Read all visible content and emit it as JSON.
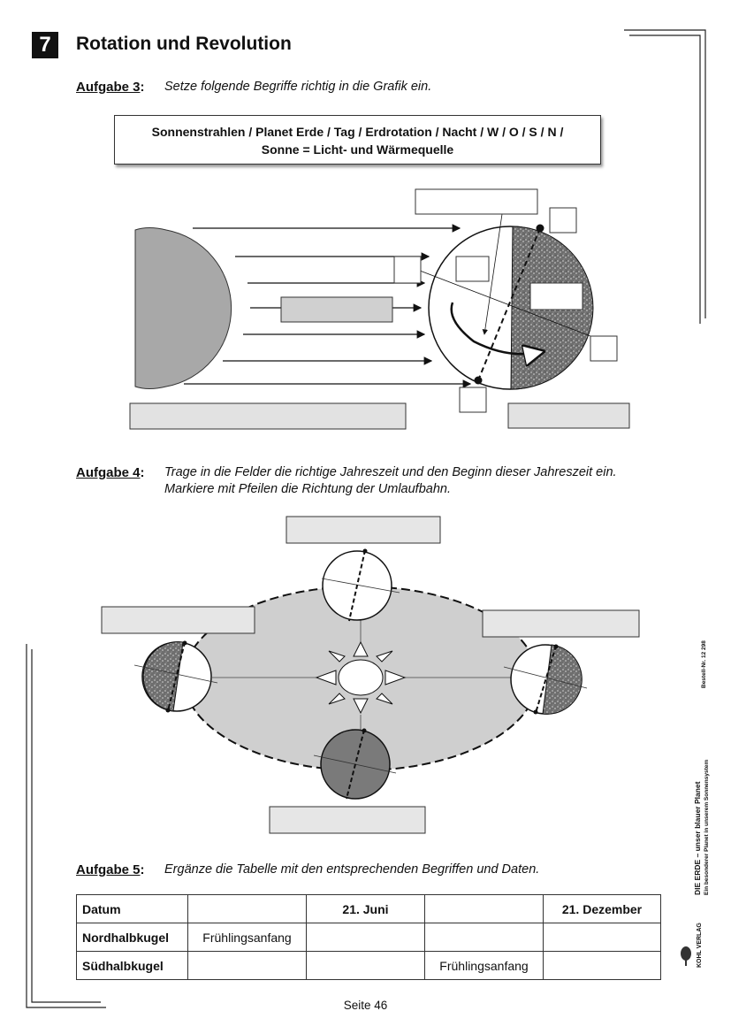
{
  "chapter": {
    "number": "7",
    "title": "Rotation und Revolution"
  },
  "task3": {
    "label": "Aufgabe 3",
    "colon": ":",
    "text": "Setze folgende Begriffe richtig in die Grafik ein.",
    "terms_line1": "Sonnenstrahlen / Planet Erde / Tag / Erdrotation / Nacht / W / O / S / N /",
    "terms_line2": "Sonne = Licht- und Wärmequelle"
  },
  "task4": {
    "label": "Aufgabe 4",
    "colon": ":",
    "text_line1": "Trage in die Felder die richtige Jahreszeit und den Beginn dieser Jahreszeit ein.",
    "text_line2": "Markiere mit Pfeilen die Richtung der Umlaufbahn."
  },
  "task5": {
    "label": "Aufgabe 5",
    "colon": ":",
    "text": "Ergänze die Tabelle mit den entsprechenden Begriffen und Daten."
  },
  "table": {
    "header": [
      "Datum",
      "",
      "21. Juni",
      "",
      "21. Dezember"
    ],
    "rows": [
      [
        "Nordhalbkugel",
        "Frühlingsanfang",
        "",
        "",
        ""
      ],
      [
        "Südhalbkugel",
        "",
        "",
        "Frühlingsanfang",
        ""
      ]
    ]
  },
  "footer": {
    "page": "Seite 46"
  },
  "sidebar": {
    "title": "DIE ERDE – unser blauer Planet",
    "subtitle": "Ein besonderer Planet in unserem Sonnensystem",
    "order": "Bestell-Nr. 12 298",
    "publisher": "KOHL VERLAG"
  },
  "colors": {
    "sun_gray": "#a8a8a8",
    "night_fill": "#777777",
    "orbit_fill": "#cfcfcf",
    "answer_box": "#e6e6e6"
  }
}
